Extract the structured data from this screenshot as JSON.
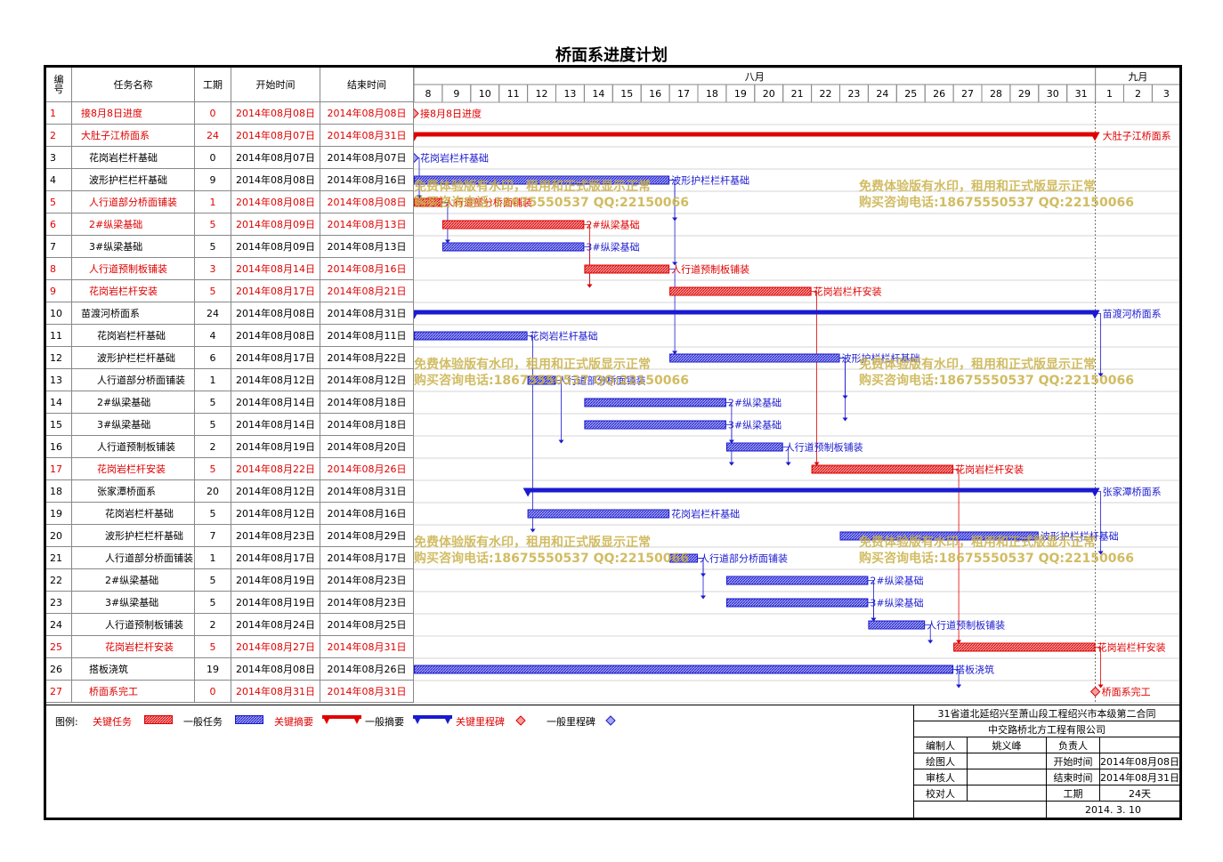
{
  "title": "桥面系进度计划",
  "headers": {
    "id": "编号",
    "name": "任务名称",
    "duration": "工期",
    "start": "开始时间",
    "end": "结束时间"
  },
  "months": [
    {
      "label": "八月",
      "startDay": 8,
      "days": 24
    },
    {
      "label": "九月",
      "startDay": 1,
      "days": 3
    }
  ],
  "colors": {
    "critical": "#e00000",
    "normal": "#1a1ad0",
    "watermark": "#c9b048"
  },
  "tasks": [
    {
      "id": "1",
      "name": "接8月8日进度",
      "duration": "0",
      "start": "2014年08月08日",
      "end": "2014年08月08日",
      "critical": true,
      "type": "milestone",
      "s": 0,
      "e": 0,
      "indent": 0
    },
    {
      "id": "2",
      "name": "大肚子江桥面系",
      "duration": "24",
      "start": "2014年08月07日",
      "end": "2014年08月31日",
      "critical": true,
      "type": "summary",
      "s": 0,
      "e": 24,
      "indent": 0
    },
    {
      "id": "3",
      "name": "花岗岩栏杆基础",
      "duration": "0",
      "start": "2014年08月07日",
      "end": "2014年08月07日",
      "critical": false,
      "type": "milestone",
      "s": 0,
      "e": 0,
      "indent": 1
    },
    {
      "id": "4",
      "name": "波形护栏栏杆基础",
      "duration": "9",
      "start": "2014年08月08日",
      "end": "2014年08月16日",
      "critical": false,
      "type": "task",
      "s": 0,
      "e": 9,
      "indent": 1
    },
    {
      "id": "5",
      "name": "人行道部分桥面铺装",
      "duration": "1",
      "start": "2014年08月08日",
      "end": "2014年08月08日",
      "critical": true,
      "type": "task",
      "s": 0,
      "e": 1,
      "indent": 1
    },
    {
      "id": "6",
      "name": "2#纵梁基础",
      "duration": "5",
      "start": "2014年08月09日",
      "end": "2014年08月13日",
      "critical": true,
      "type": "task",
      "s": 1,
      "e": 6,
      "indent": 1
    },
    {
      "id": "7",
      "name": "3#纵梁基础",
      "duration": "5",
      "start": "2014年08月09日",
      "end": "2014年08月13日",
      "critical": false,
      "type": "task",
      "s": 1,
      "e": 6,
      "indent": 1
    },
    {
      "id": "8",
      "name": "人行道预制板铺装",
      "duration": "3",
      "start": "2014年08月14日",
      "end": "2014年08月16日",
      "critical": true,
      "type": "task",
      "s": 6,
      "e": 9,
      "indent": 1
    },
    {
      "id": "9",
      "name": "花岗岩栏杆安装",
      "duration": "5",
      "start": "2014年08月17日",
      "end": "2014年08月21日",
      "critical": true,
      "type": "task",
      "s": 9,
      "e": 14,
      "indent": 1
    },
    {
      "id": "10",
      "name": "苗渡河桥面系",
      "duration": "24",
      "start": "2014年08月08日",
      "end": "2014年08月31日",
      "critical": false,
      "type": "summary",
      "s": 0,
      "e": 24,
      "indent": 0
    },
    {
      "id": "11",
      "name": "花岗岩栏杆基础",
      "duration": "4",
      "start": "2014年08月08日",
      "end": "2014年08月11日",
      "critical": false,
      "type": "task",
      "s": 0,
      "e": 4,
      "indent": 2
    },
    {
      "id": "12",
      "name": "波形护栏栏杆基础",
      "duration": "6",
      "start": "2014年08月17日",
      "end": "2014年08月22日",
      "critical": false,
      "type": "task",
      "s": 9,
      "e": 15,
      "indent": 2
    },
    {
      "id": "13",
      "name": "人行道部分桥面铺装",
      "duration": "1",
      "start": "2014年08月12日",
      "end": "2014年08月12日",
      "critical": false,
      "type": "task",
      "s": 4,
      "e": 5,
      "indent": 2
    },
    {
      "id": "14",
      "name": "2#纵梁基础",
      "duration": "5",
      "start": "2014年08月14日",
      "end": "2014年08月18日",
      "critical": false,
      "type": "task",
      "s": 6,
      "e": 11,
      "indent": 2
    },
    {
      "id": "15",
      "name": "3#纵梁基础",
      "duration": "5",
      "start": "2014年08月14日",
      "end": "2014年08月18日",
      "critical": false,
      "type": "task",
      "s": 6,
      "e": 11,
      "indent": 2
    },
    {
      "id": "16",
      "name": "人行道预制板铺装",
      "duration": "2",
      "start": "2014年08月19日",
      "end": "2014年08月20日",
      "critical": false,
      "type": "task",
      "s": 11,
      "e": 13,
      "indent": 2
    },
    {
      "id": "17",
      "name": "花岗岩栏杆安装",
      "duration": "5",
      "start": "2014年08月22日",
      "end": "2014年08月26日",
      "critical": true,
      "type": "task",
      "s": 14,
      "e": 19,
      "indent": 2
    },
    {
      "id": "18",
      "name": "张家潭桥面系",
      "duration": "20",
      "start": "2014年08月12日",
      "end": "2014年08月31日",
      "critical": false,
      "type": "summary",
      "s": 4,
      "e": 24,
      "indent": 2
    },
    {
      "id": "19",
      "name": "花岗岩栏杆基础",
      "duration": "5",
      "start": "2014年08月12日",
      "end": "2014年08月16日",
      "critical": false,
      "type": "task",
      "s": 4,
      "e": 9,
      "indent": 3
    },
    {
      "id": "20",
      "name": "波形护栏栏杆基础",
      "duration": "7",
      "start": "2014年08月23日",
      "end": "2014年08月29日",
      "critical": false,
      "type": "task",
      "s": 15,
      "e": 22,
      "indent": 3
    },
    {
      "id": "21",
      "name": "人行道部分桥面铺装",
      "duration": "1",
      "start": "2014年08月17日",
      "end": "2014年08月17日",
      "critical": false,
      "type": "task",
      "s": 9,
      "e": 10,
      "indent": 3
    },
    {
      "id": "22",
      "name": "2#纵梁基础",
      "duration": "5",
      "start": "2014年08月19日",
      "end": "2014年08月23日",
      "critical": false,
      "type": "task",
      "s": 11,
      "e": 16,
      "indent": 3
    },
    {
      "id": "23",
      "name": "3#纵梁基础",
      "duration": "5",
      "start": "2014年08月19日",
      "end": "2014年08月23日",
      "critical": false,
      "type": "task",
      "s": 11,
      "e": 16,
      "indent": 3
    },
    {
      "id": "24",
      "name": "人行道预制板铺装",
      "duration": "2",
      "start": "2014年08月24日",
      "end": "2014年08月25日",
      "critical": false,
      "type": "task",
      "s": 16,
      "e": 18,
      "indent": 3
    },
    {
      "id": "25",
      "name": "花岗岩栏杆安装",
      "duration": "5",
      "start": "2014年08月27日",
      "end": "2014年08月31日",
      "critical": true,
      "type": "task",
      "s": 19,
      "e": 24,
      "indent": 3
    },
    {
      "id": "26",
      "name": "搭板浇筑",
      "duration": "19",
      "start": "2014年08月08日",
      "end": "2014年08月26日",
      "critical": false,
      "type": "task",
      "s": 0,
      "e": 19,
      "indent": 1
    },
    {
      "id": "27",
      "name": "桥面系完工",
      "duration": "0",
      "start": "2014年08月31日",
      "end": "2014年08月31日",
      "critical": true,
      "type": "milestone",
      "s": 24,
      "e": 24,
      "indent": 1
    }
  ],
  "watermark": {
    "line1": "免费体验版有水印，租用和正式版显示正常",
    "line2": "购买咨询电话:18675550537 QQ:22150066"
  },
  "legend": {
    "label": "图例:",
    "critical_task": "关键任务",
    "normal_task": "一般任务",
    "critical_summary": "关键摘要",
    "normal_summary": "一般摘要",
    "critical_milestone": "关键里程碑",
    "normal_milestone": "一般里程碑"
  },
  "info": {
    "contract": "31省道北延绍兴至萧山段工程绍兴市本级第二合同",
    "company": "中交路桥北方工程有限公司",
    "editor_label": "编制人",
    "editor": "姚义峰",
    "owner_label": "负责人",
    "owner": "",
    "drawer_label": "绘图人",
    "drawer": "",
    "start_label": "开始时间",
    "start": "2014年08月08日",
    "reviewer_label": "审核人",
    "reviewer": "",
    "end_label": "结束时间",
    "end": "2014年08月31日",
    "checker_label": "校对人",
    "checker": "",
    "duration_label": "工期",
    "duration": "24天",
    "date": "2014. 3. 10"
  },
  "chart_data": {
    "type": "gantt",
    "title": "桥面系进度计划",
    "x_axis": {
      "months": [
        "八月",
        "九月"
      ],
      "days_aug": [
        8,
        9,
        10,
        11,
        12,
        13,
        14,
        15,
        16,
        17,
        18,
        19,
        20,
        21,
        22,
        23,
        24,
        25,
        26,
        27,
        28,
        29,
        30,
        31
      ],
      "days_sep": [
        1,
        2,
        3
      ]
    },
    "range": [
      "2014-08-08",
      "2014-09-03"
    ]
  }
}
